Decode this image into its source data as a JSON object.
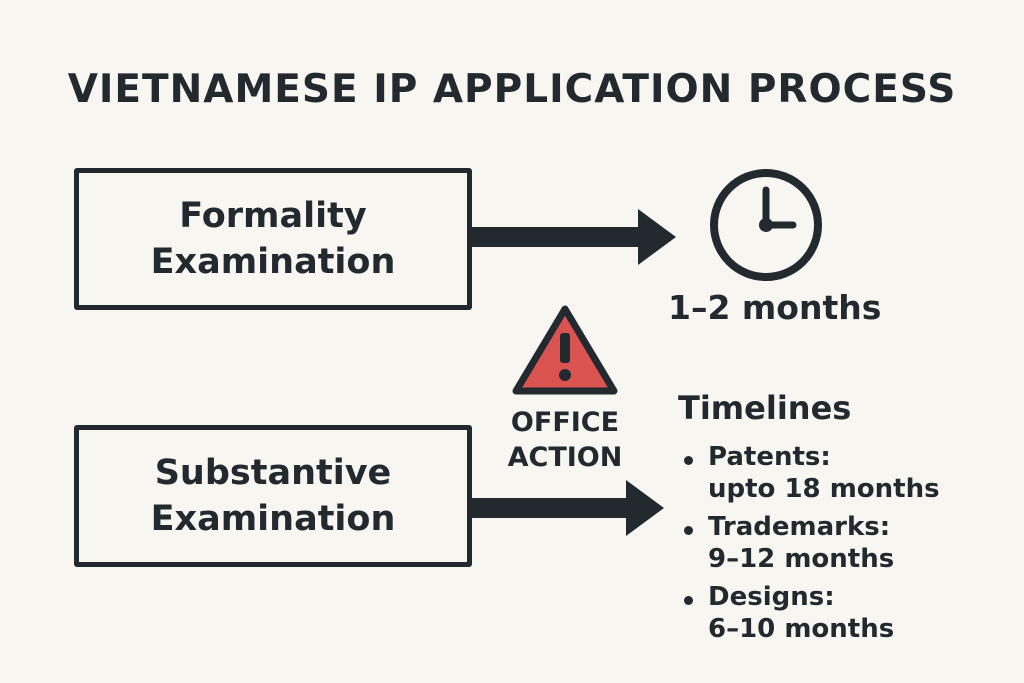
{
  "title": "VIETNAMESE IP APPLICATION PROCESS",
  "stages": [
    {
      "label": "Formality\nExamination"
    },
    {
      "label": "Substantive\nExamination"
    }
  ],
  "formality_duration": "1–2 months",
  "office_action": "OFFICE\nACTION",
  "timelines": {
    "heading": "Timelines",
    "items": [
      {
        "label": "Patents:",
        "value": "upto 18 months"
      },
      {
        "label": "Trademarks:",
        "value": "9–12 months"
      },
      {
        "label": "Designs:",
        "value": "6–10 months"
      }
    ]
  },
  "icons": {
    "clock": "clock-icon",
    "warning": "warning-icon",
    "arrow": "arrow-right-icon"
  },
  "colors": {
    "ink": "#222a30",
    "background": "#f8f6f1",
    "warning_fill": "#d95450"
  }
}
